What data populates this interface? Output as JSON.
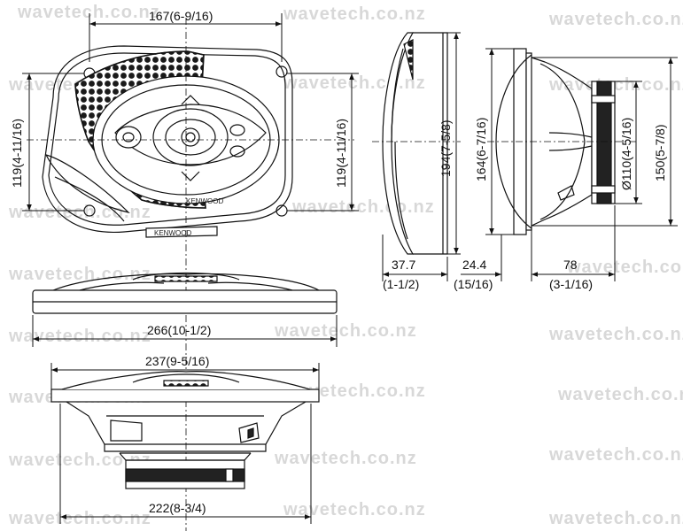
{
  "watermark": "wavetech.co.nz",
  "brand": "KENWOOD",
  "brand_partial": "KENWOOD",
  "dimensions": {
    "front_width": "167(6-9/16)",
    "front_left_height": "119(4-11/16)",
    "front_right_height": "119(4-11/16)",
    "side_height": "194(7-5/8)",
    "side_depth_mm": "37.7",
    "side_depth_in": "(1-1/2)",
    "rear_outer_height": "164(6-7/16)",
    "rear_magnet_dia": "Ø110(4-5/16)",
    "rear_total_height": "150(5-7/8)",
    "rear_flange_mm": "24.4",
    "rear_flange_in": "(15/16)",
    "rear_depth_mm": "78",
    "rear_depth_in": "(3-1/16)",
    "top_width": "266(10-1/2)",
    "bottom_width": "237(9-5/16)",
    "bottom_magnet_width": "222(8-3/4)"
  },
  "colors": {
    "line": "#111111",
    "watermark": "#d8d8d8",
    "grille": "#1a1a1a",
    "magnet": "#222222"
  }
}
